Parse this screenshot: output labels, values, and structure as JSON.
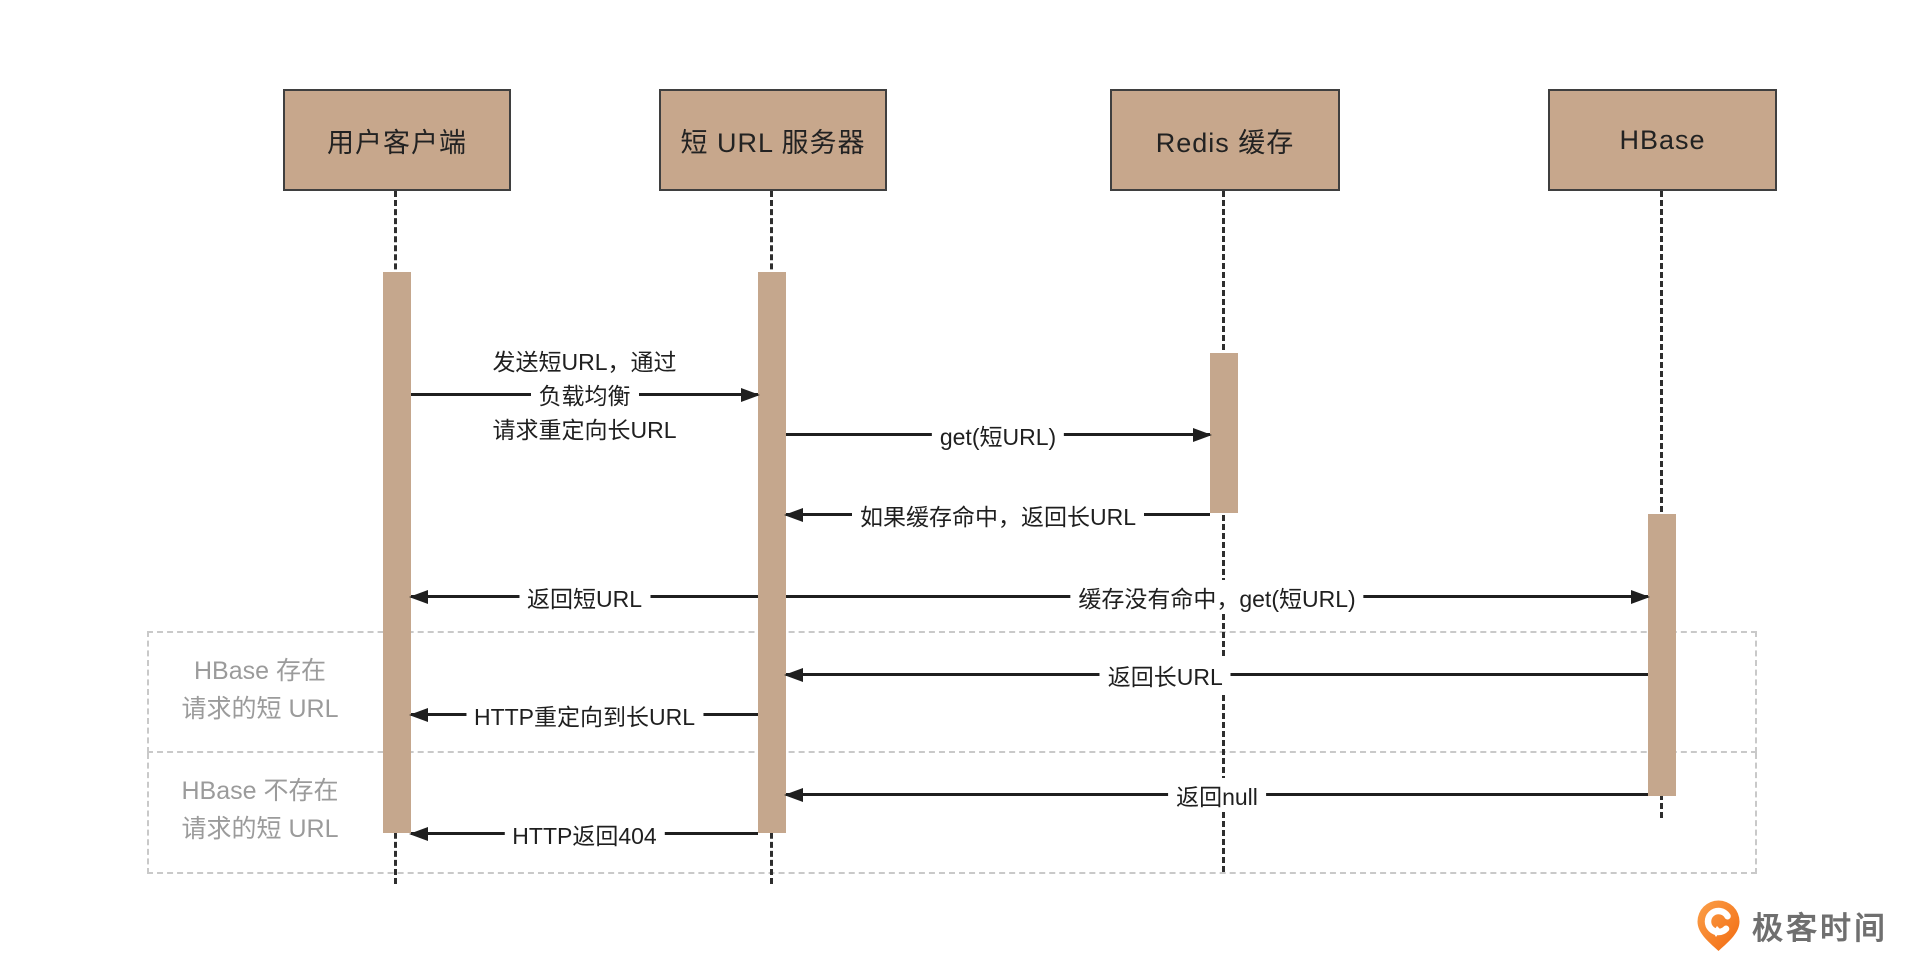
{
  "diagram": {
    "title_semantic": "短URL读取时序图",
    "participants": [
      {
        "id": "user-client",
        "label": "用户客户端"
      },
      {
        "id": "short-url-server",
        "label": "短 URL 服务器"
      },
      {
        "id": "redis-cache",
        "label": "Redis 缓存"
      },
      {
        "id": "hbase",
        "label": "HBase"
      }
    ],
    "messages": [
      {
        "from": "用户客户端",
        "to": "短 URL 服务器",
        "direction": "right",
        "lines": [
          "发送短URL，通过",
          "负载均衡",
          "请求重定向长URL"
        ]
      },
      {
        "from": "短 URL 服务器",
        "to": "Redis 缓存",
        "direction": "right",
        "label": "get(短URL)"
      },
      {
        "from": "Redis 缓存",
        "to": "短 URL 服务器",
        "direction": "left",
        "label": "如果缓存命中，返回长URL"
      },
      {
        "from": "短 URL 服务器",
        "to": "用户客户端",
        "direction": "left",
        "label": "返回短URL"
      },
      {
        "from": "短 URL 服务器",
        "to": "HBase",
        "direction": "right",
        "label": "缓存没有命中，get(短URL)"
      },
      {
        "from": "HBase",
        "to": "短 URL 服务器",
        "direction": "left",
        "label": "返回长URL"
      },
      {
        "from": "短 URL 服务器",
        "to": "用户客户端",
        "direction": "left",
        "label": "HTTP重定向到长URL"
      },
      {
        "from": "HBase",
        "to": "短 URL 服务器",
        "direction": "left",
        "label": "返回null"
      },
      {
        "from": "短 URL 服务器",
        "to": "用户客户端",
        "direction": "left",
        "label": "HTTP返回404"
      }
    ],
    "frames": [
      {
        "line1": "HBase 存在",
        "line2": "请求的短 URL"
      },
      {
        "line1": "HBase 不存在",
        "line2": "请求的短 URL"
      }
    ]
  },
  "branding": {
    "logo_text": "极客时间",
    "logo_icon": "geektime-pin-icon",
    "logo_orange": "#f5791d",
    "logo_text_color": "#6f6f6f"
  },
  "colors": {
    "participant_fill": "#c7a78c",
    "participant_border": "#3f3f3f",
    "activation_fill": "#c5a78d",
    "line_color": "#1f1f1f",
    "frame_border": "#c9c9c9",
    "frame_label": "#9b9b9b",
    "background": "#ffffff"
  }
}
